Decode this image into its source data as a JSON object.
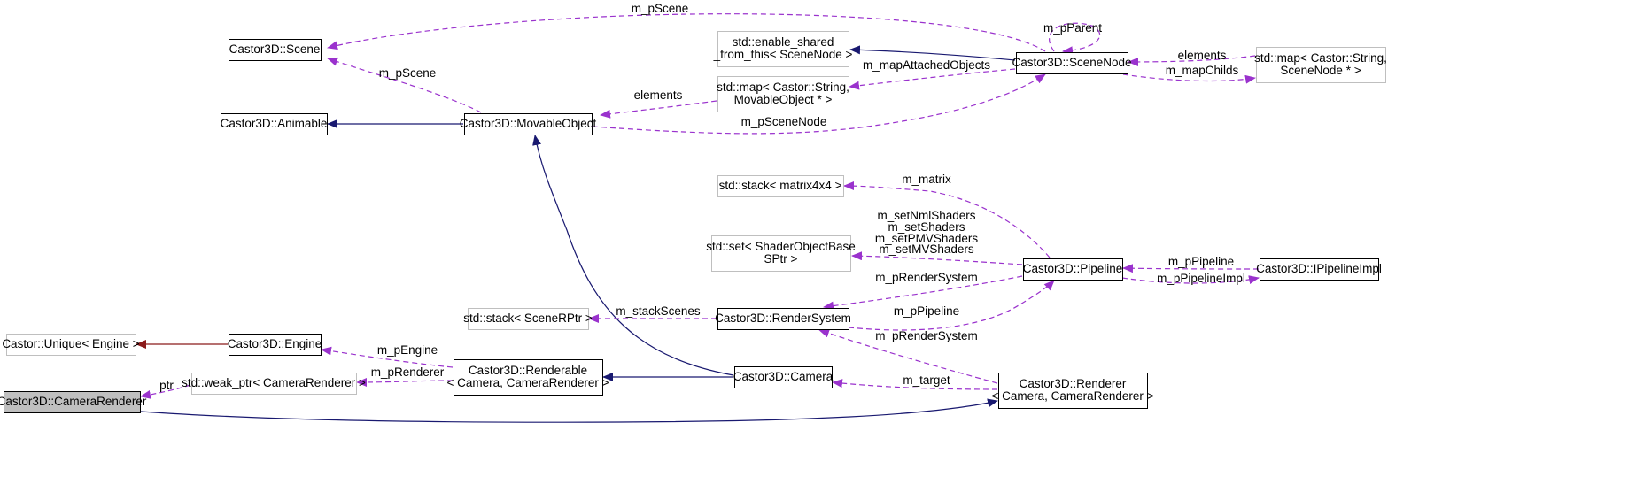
{
  "nodes": [
    {
      "id": "scene",
      "lines": [
        "Castor3D::Scene"
      ],
      "style": "class"
    },
    {
      "id": "animable",
      "lines": [
        "Castor3D::Animable"
      ],
      "style": "class"
    },
    {
      "id": "unique",
      "lines": [
        "Castor::Unique< Engine >"
      ],
      "style": "external"
    },
    {
      "id": "engine",
      "lines": [
        "Castor3D::Engine"
      ],
      "style": "class"
    },
    {
      "id": "camerarenderer",
      "lines": [
        "Castor3D::CameraRenderer"
      ],
      "style": "root"
    },
    {
      "id": "weakptr",
      "lines": [
        "std::weak_ptr< CameraRenderer >"
      ],
      "style": "external"
    },
    {
      "id": "renderable",
      "lines": [
        "Castor3D::Renderable",
        "< Camera, CameraRenderer >"
      ],
      "style": "class"
    },
    {
      "id": "movable",
      "lines": [
        "Castor3D::MovableObject"
      ],
      "style": "class"
    },
    {
      "id": "camera",
      "lines": [
        "Castor3D::Camera"
      ],
      "style": "class"
    },
    {
      "id": "stackscene",
      "lines": [
        "std::stack< SceneRPtr >"
      ],
      "style": "external"
    },
    {
      "id": "rendersystem",
      "lines": [
        "Castor3D::RenderSystem"
      ],
      "style": "class"
    },
    {
      "id": "enableshared",
      "lines": [
        "std::enable_shared",
        "_from_this< SceneNode >"
      ],
      "style": "external"
    },
    {
      "id": "mapmovable",
      "lines": [
        "std::map< Castor::String,",
        "MovableObject * >"
      ],
      "style": "external"
    },
    {
      "id": "stackmatrix",
      "lines": [
        "std::stack< matrix4x4 >"
      ],
      "style": "external"
    },
    {
      "id": "setshader",
      "lines": [
        "std::set< ShaderObjectBase",
        "SPtr >"
      ],
      "style": "external"
    },
    {
      "id": "scenenode",
      "lines": [
        "Castor3D::SceneNode"
      ],
      "style": "class"
    },
    {
      "id": "pipeline",
      "lines": [
        "Castor3D::Pipeline"
      ],
      "style": "class"
    },
    {
      "id": "renderer",
      "lines": [
        "Castor3D::Renderer",
        "< Camera, CameraRenderer >"
      ],
      "style": "class"
    },
    {
      "id": "mapscenenode",
      "lines": [
        "std::map< Castor::String,",
        "SceneNode * >"
      ],
      "style": "external"
    },
    {
      "id": "ipipelineimpl",
      "lines": [
        "Castor3D::IPipelineImpl"
      ],
      "style": "class"
    }
  ],
  "edges": [
    {
      "from": "movable",
      "to": "scene",
      "kind": "usage",
      "labels": [
        "m_pScene"
      ]
    },
    {
      "from": "scenenode",
      "to": "scene",
      "kind": "usage",
      "labels": [
        "m_pScene"
      ]
    },
    {
      "from": "movable",
      "to": "animable",
      "kind": "inheritance",
      "labels": []
    },
    {
      "from": "mapmovable",
      "to": "movable",
      "kind": "usage",
      "labels": [
        "elements"
      ]
    },
    {
      "from": "movable",
      "to": "scenenode",
      "kind": "usage",
      "labels": [
        "m_pSceneNode"
      ]
    },
    {
      "from": "scenenode",
      "to": "enableshared",
      "kind": "inheritance",
      "labels": []
    },
    {
      "from": "scenenode",
      "to": "mapmovable",
      "kind": "usage",
      "labels": [
        "m_mapAttachedObjects"
      ]
    },
    {
      "from": "scenenode",
      "to": "scenenode",
      "kind": "usage",
      "labels": [
        "m_pParent"
      ]
    },
    {
      "from": "mapscenenode",
      "to": "scenenode",
      "kind": "usage",
      "labels": [
        "elements"
      ]
    },
    {
      "from": "scenenode",
      "to": "mapscenenode",
      "kind": "usage",
      "labels": [
        "m_mapChilds"
      ]
    },
    {
      "from": "pipeline",
      "to": "stackmatrix",
      "kind": "usage",
      "labels": [
        "m_matrix"
      ]
    },
    {
      "from": "pipeline",
      "to": "setshader",
      "kind": "usage",
      "labels": [
        "m_setNmlShaders",
        "m_setShaders",
        "m_setPMVShaders",
        "m_setMVShaders"
      ]
    },
    {
      "from": "ipipelineimpl",
      "to": "pipeline",
      "kind": "usage",
      "labels": [
        "m_pPipeline"
      ]
    },
    {
      "from": "pipeline",
      "to": "ipipelineimpl",
      "kind": "usage",
      "labels": [
        "m_pPipelineImpl"
      ]
    },
    {
      "from": "pipeline",
      "to": "rendersystem",
      "kind": "usage",
      "labels": [
        "m_pRenderSystem"
      ]
    },
    {
      "from": "rendersystem",
      "to": "pipeline",
      "kind": "usage",
      "labels": [
        "m_pPipeline"
      ]
    },
    {
      "from": "rendersystem",
      "to": "stackscene",
      "kind": "usage",
      "labels": [
        "m_stackScenes"
      ]
    },
    {
      "from": "camera",
      "to": "movable",
      "kind": "inheritance",
      "labels": []
    },
    {
      "from": "unique",
      "to": "engine",
      "kind": "private-inheritance",
      "labels": []
    },
    {
      "from": "renderable",
      "to": "engine",
      "kind": "usage",
      "labels": [
        "m_pEngine"
      ]
    },
    {
      "from": "renderable",
      "to": "weakptr",
      "kind": "usage",
      "labels": [
        "m_pRenderer"
      ]
    },
    {
      "from": "weakptr",
      "to": "camerarenderer",
      "kind": "usage",
      "labels": [
        "ptr"
      ]
    },
    {
      "from": "camera",
      "to": "renderable",
      "kind": "inheritance",
      "labels": []
    },
    {
      "from": "renderer",
      "to": "rendersystem",
      "kind": "usage",
      "labels": [
        "m_pRenderSystem"
      ]
    },
    {
      "from": "renderer",
      "to": "camera",
      "kind": "usage",
      "labels": [
        "m_target"
      ]
    },
    {
      "from": "camerarenderer",
      "to": "renderer",
      "kind": "inheritance",
      "labels": []
    }
  ],
  "colors": {
    "inheritance": "#191970",
    "private_inheritance": "#8b1a1a",
    "usage": "#9a32cd",
    "root_fill": "#bfbfbf",
    "external_border": "#bfbfbf",
    "class_border": "#000000"
  }
}
